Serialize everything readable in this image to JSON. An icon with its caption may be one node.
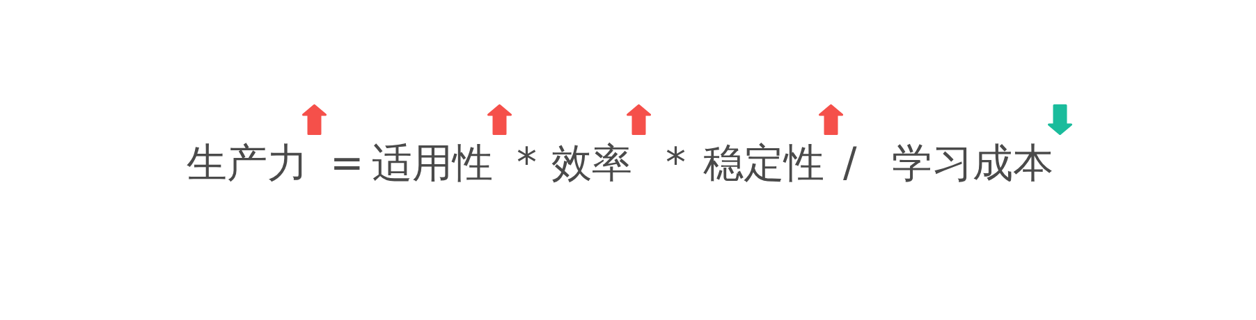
{
  "diagram": {
    "labels": [
      "生产力",
      "=",
      "适用性",
      "*",
      "效率",
      "*",
      "稳定性",
      "/",
      "学习成本"
    ]
  }
}
